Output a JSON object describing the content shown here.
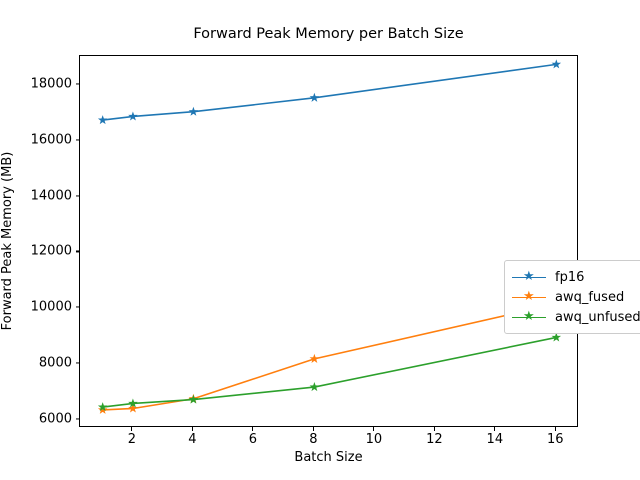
{
  "chart_data": {
    "type": "line",
    "title": "Forward Peak Memory per Batch Size",
    "xlabel": "Batch Size",
    "ylabel": "Forward Peak Memory (MB)",
    "x": [
      1,
      2,
      4,
      8,
      16
    ],
    "xlim": [
      0.25,
      16.75
    ],
    "ylim": [
      5700,
      19050
    ],
    "xticks": [
      2,
      4,
      6,
      8,
      10,
      12,
      14,
      16
    ],
    "xtick_labels": [
      "2",
      "4",
      "6",
      "8",
      "10",
      "12",
      "14",
      "16"
    ],
    "yticks": [
      6000,
      8000,
      10000,
      12000,
      14000,
      16000,
      18000
    ],
    "ytick_labels": [
      "6000",
      "8000",
      "10000",
      "12000",
      "14000",
      "16000",
      "18000"
    ],
    "grid": false,
    "legend_position": "center right",
    "marker": "star",
    "series": [
      {
        "name": "fp16",
        "color": "#1f77b4",
        "values": [
          16750,
          16880,
          17050,
          17550,
          18750
        ]
      },
      {
        "name": "awq_fused",
        "color": "#ff7f0e",
        "values": [
          6350,
          6400,
          6750,
          8180,
          10150
        ]
      },
      {
        "name": "awq_unfused",
        "color": "#2ca02c",
        "values": [
          6450,
          6580,
          6720,
          7170,
          8950
        ]
      }
    ]
  }
}
